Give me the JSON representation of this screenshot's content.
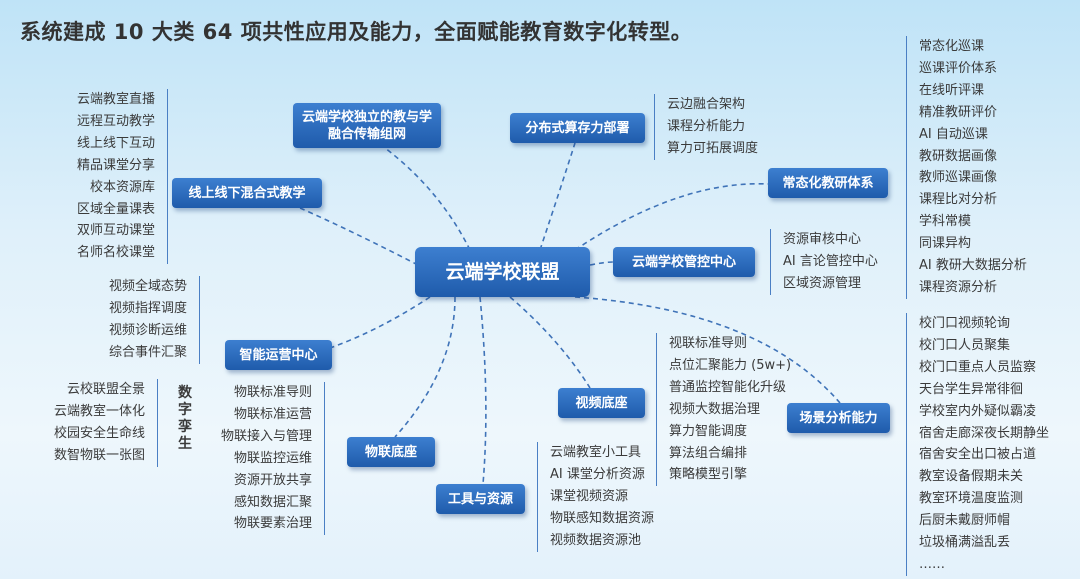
{
  "title": "系统建成 10 大类 64 项共性应用及能力，全面赋能教育数字化转型。",
  "center": "云端学校联盟",
  "branches": {
    "network": {
      "label": "云端学校独立的教与学融合传输组网"
    },
    "compute": {
      "label": "分布式算存力部署",
      "items": [
        "云边融合架构",
        "课程分析能力",
        "算力可拓展调度"
      ]
    },
    "hybrid": {
      "label": "线上线下混合式教学",
      "items": [
        "云端教室直播",
        "远程互动教学",
        "线上线下互动",
        "精品课堂分享",
        "校本资源库",
        "区域全量课表",
        "双师互动课堂",
        "名师名校课堂"
      ]
    },
    "research": {
      "label": "常态化教研体系",
      "items": [
        "常态化巡课",
        "巡课评价体系",
        "在线听评课",
        "精准教研评价",
        "AI 自动巡课",
        "教研数据画像",
        "教师巡课画像",
        "课程比对分析",
        "学科常模",
        "同课异构",
        "AI 教研大数据分析",
        "课程资源分析"
      ]
    },
    "control": {
      "label": "云端学校管控中心",
      "items": [
        "资源审核中心",
        "AI 言论管控中心",
        "区域资源管理"
      ]
    },
    "ops": {
      "label": "智能运营中心",
      "items": [
        "视频全域态势",
        "视频指挥调度",
        "视频诊断运维",
        "综合事件汇聚"
      ],
      "twin_label": "数字孪生",
      "twin_items": [
        "云校联盟全景",
        "云端教室一体化",
        "校园安全生命线",
        "数智物联一张图"
      ]
    },
    "iot": {
      "label": "物联底座",
      "items": [
        "物联标准导则",
        "物联标准运营",
        "物联接入与管理",
        "物联监控运维",
        "资源开放共享",
        "感知数据汇聚",
        "物联要素治理"
      ]
    },
    "tools": {
      "label": "工具与资源",
      "items": [
        "云端教室小工具",
        "AI 课堂分析资源",
        "课堂视频资源",
        "物联感知数据资源",
        "视频数据资源池"
      ]
    },
    "video": {
      "label": "视频底座",
      "items": [
        "视联标准导则",
        "点位汇聚能力 (5w+)",
        "普通监控智能化升级",
        "视频大数据治理",
        "算力智能调度",
        "算法组合编排",
        "策略模型引擎"
      ]
    },
    "scene": {
      "label": "场景分析能力",
      "items": [
        "校门口视频轮询",
        "校门口人员聚集",
        "校门口重点人员监察",
        "天台学生异常徘徊",
        "学校室内外疑似霸凌",
        "宿舍走廊深夜长期静坐",
        "宿舍安全出口被占道",
        "教室设备假期未关",
        "教室环境温度监测",
        "后厨未戴厨师帽",
        "垃圾桶满溢乱丢",
        "……"
      ]
    }
  }
}
